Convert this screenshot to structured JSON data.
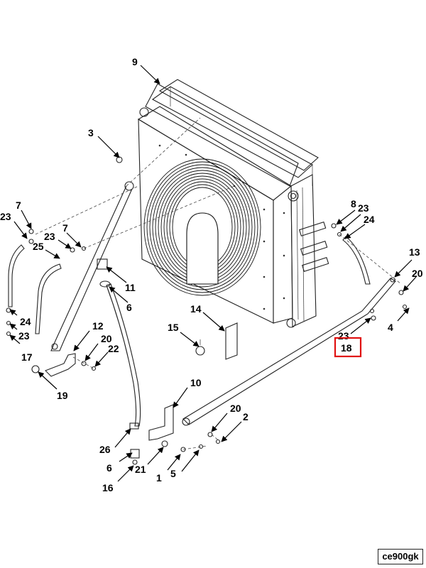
{
  "figure_id": "ce900gk",
  "highlight_color": "#e01010",
  "highlighted_callout": "18",
  "callouts": [
    {
      "id": "c9",
      "label": "9"
    },
    {
      "id": "c3",
      "label": "3"
    },
    {
      "id": "c7a",
      "label": "7"
    },
    {
      "id": "c23a",
      "label": "23"
    },
    {
      "id": "c23b",
      "label": "23"
    },
    {
      "id": "c7b",
      "label": "7"
    },
    {
      "id": "c25",
      "label": "25"
    },
    {
      "id": "c11",
      "label": "11"
    },
    {
      "id": "c6a",
      "label": "6"
    },
    {
      "id": "c8",
      "label": "8"
    },
    {
      "id": "c23c",
      "label": "23"
    },
    {
      "id": "c24a",
      "label": "24"
    },
    {
      "id": "c13",
      "label": "13"
    },
    {
      "id": "c20a",
      "label": "20"
    },
    {
      "id": "c4",
      "label": "4"
    },
    {
      "id": "c23d",
      "label": "23"
    },
    {
      "id": "c18",
      "label": "18"
    },
    {
      "id": "c14",
      "label": "14"
    },
    {
      "id": "c15",
      "label": "15"
    },
    {
      "id": "c24b",
      "label": "24"
    },
    {
      "id": "c23e",
      "label": "23"
    },
    {
      "id": "c17",
      "label": "17"
    },
    {
      "id": "c19",
      "label": "19"
    },
    {
      "id": "c12",
      "label": "12"
    },
    {
      "id": "c20b",
      "label": "20"
    },
    {
      "id": "c22",
      "label": "22"
    },
    {
      "id": "c10",
      "label": "10"
    },
    {
      "id": "c20c",
      "label": "20"
    },
    {
      "id": "c2",
      "label": "2"
    },
    {
      "id": "c26",
      "label": "26"
    },
    {
      "id": "c6b",
      "label": "6"
    },
    {
      "id": "c21",
      "label": "21"
    },
    {
      "id": "c1",
      "label": "1"
    },
    {
      "id": "c5",
      "label": "5"
    },
    {
      "id": "c16",
      "label": "16"
    }
  ]
}
